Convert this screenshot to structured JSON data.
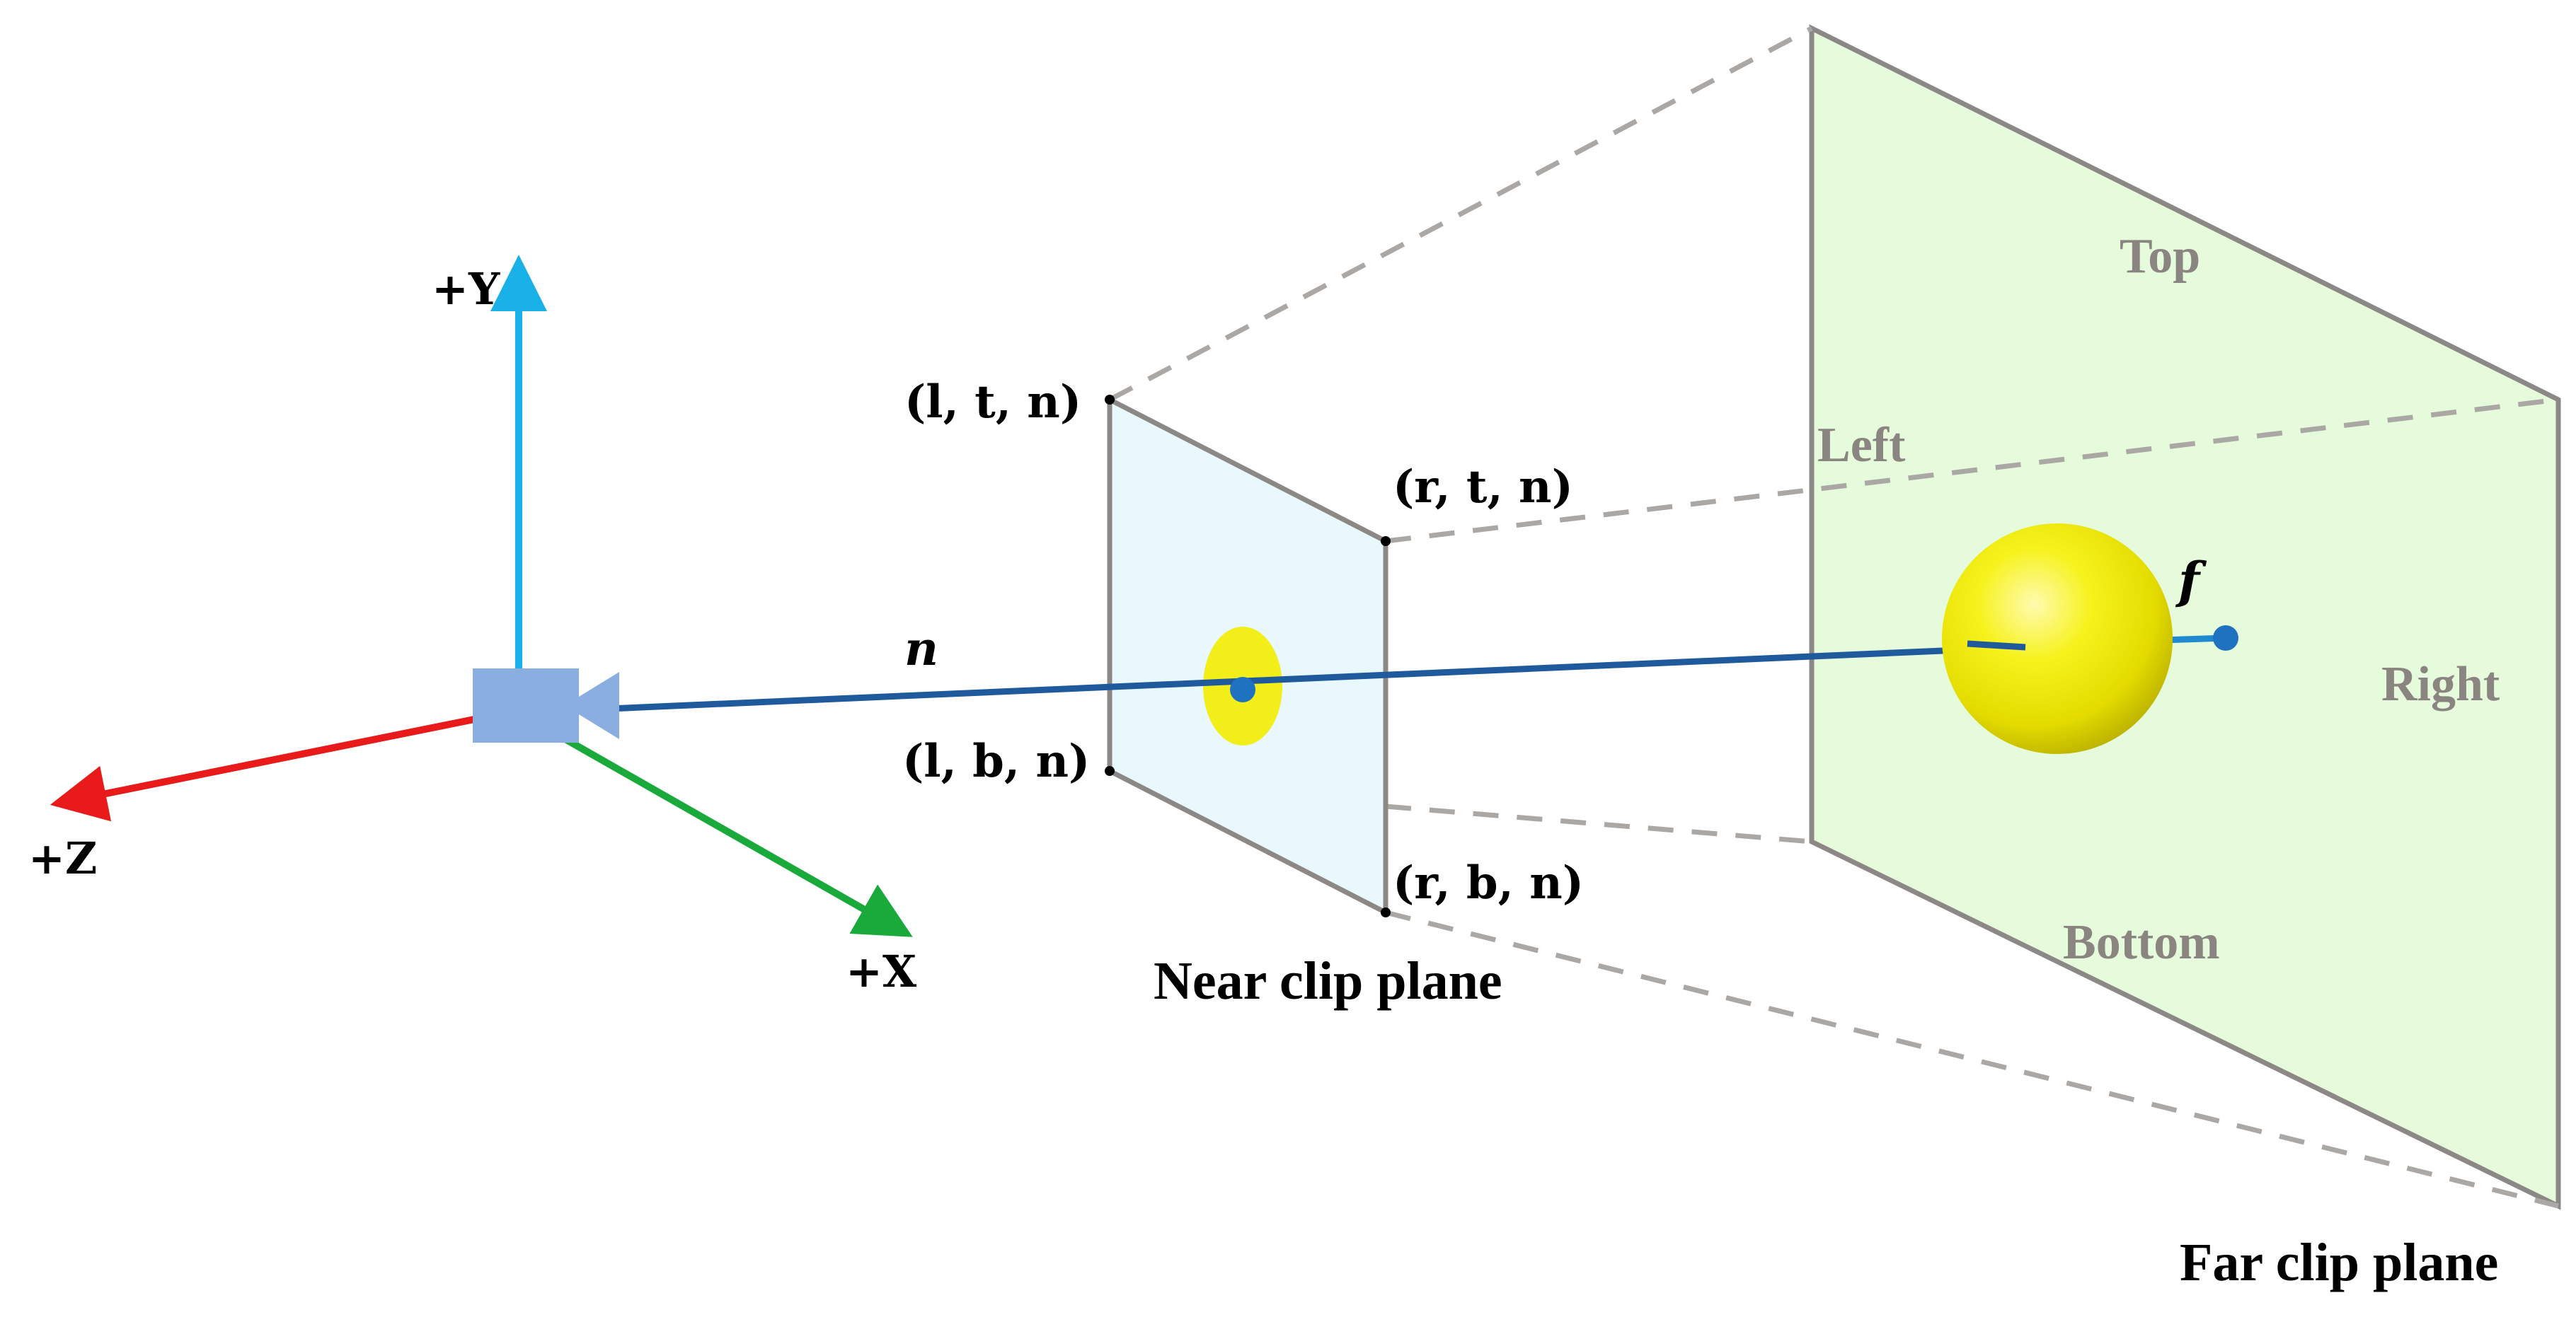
{
  "axes": {
    "y_label": "+Y",
    "z_label": "+Z",
    "x_label": "+X",
    "y_color": "#1ab0e8",
    "z_color": "#e81a1a",
    "x_color": "#1aaa3c"
  },
  "camera": {
    "icon": "video-camera-icon",
    "color": "#8aaee0"
  },
  "view_ray": {
    "near_label": "n",
    "far_label": "f",
    "color": "#1f5a9c"
  },
  "near_plane": {
    "caption": "Near clip plane",
    "corners": {
      "top_left": "(l, t, n)",
      "top_right": "(r, t, n)",
      "bottom_left": "(l, b, n)",
      "bottom_right": "(r, b, n)"
    },
    "fill": "#e8f8fc"
  },
  "far_plane": {
    "caption": "Far clip plane",
    "faces": {
      "top": "Top",
      "left": "Left",
      "right": "Right",
      "bottom": "Bottom"
    },
    "fill": "#e6fadc"
  },
  "object": {
    "shape": "sphere",
    "color": "#f2ee1a"
  }
}
